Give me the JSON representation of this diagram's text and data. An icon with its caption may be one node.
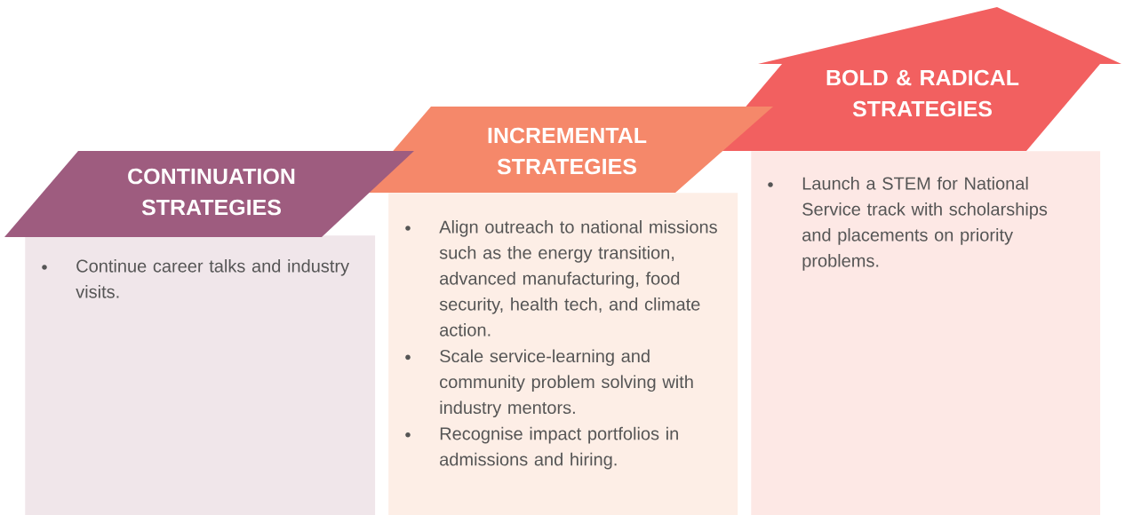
{
  "diagram": {
    "nodes": [
      {
        "text": [
          "CONTINUATION STRATEGIES"
        ]
      },
      {
        "text": [
          "Continue career talks and industry visits."
        ]
      },
      {
        "text": [
          "INCREMENTAL STRATEGIES"
        ]
      },
      {
        "text": [
          "Align outreach to national missions such as the energy transition, advanced manufacturing, food security, health tech, and climate action.",
          "Scale service-learning and community problem solving with industry mentors.",
          "Recognise impact portfolios in admissions and hiring."
        ]
      },
      {
        "text": [
          "BOLD & RADICAL STRATEGIES"
        ]
      },
      {
        "text": [
          "Launch a STEM for National Service track with scholarships and placements on priority problems."
        ]
      }
    ]
  }
}
